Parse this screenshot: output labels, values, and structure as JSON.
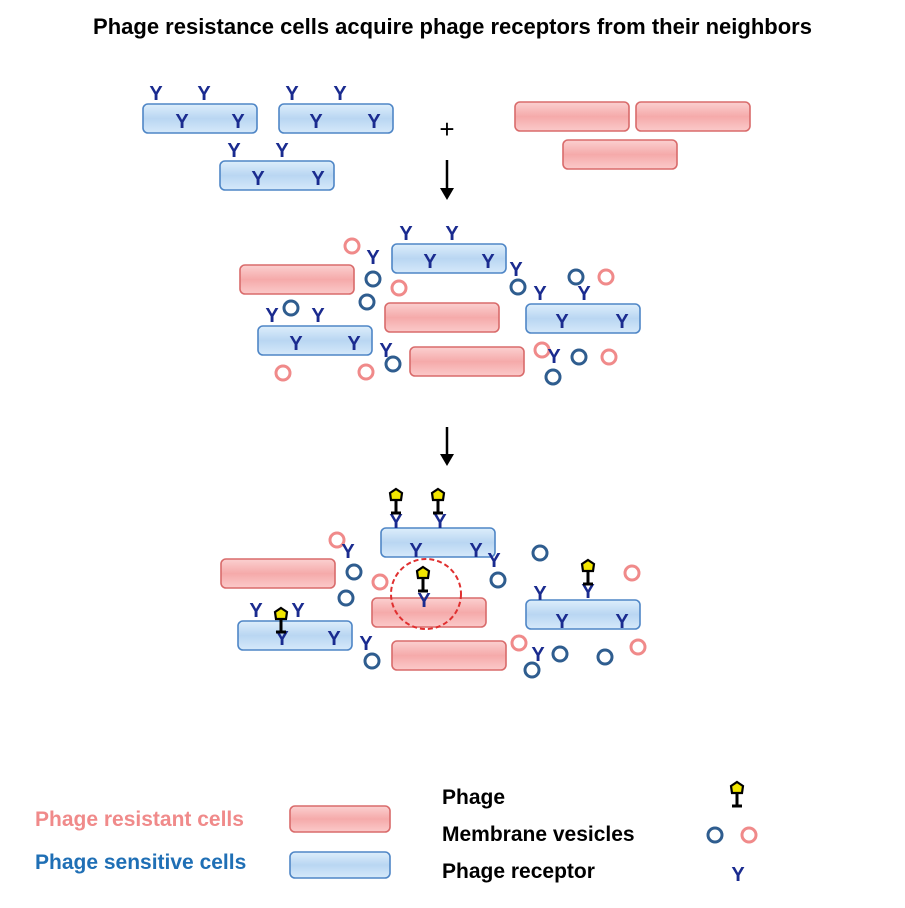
{
  "title": "Phage resistance cells acquire phage receptors from their neighbors",
  "plus_sign": "+",
  "receptor_glyph": "Y",
  "legend": {
    "resistant_label": "Phage resistant cells",
    "sensitive_label": "Phage sensitive cells",
    "phage_label": "Phage",
    "vesicles_label": "Membrane vesicles",
    "receptor_label": "Phage receptor"
  },
  "colors": {
    "resistant_cell": "#f7b4b4",
    "resistant_cell_border": "#d96b6b",
    "sensitive_cell": "#c9e0f5",
    "sensitive_cell_border": "#4f86c6",
    "receptor": "#1a2b8f",
    "vesicle_blue": "#2f5d8f",
    "vesicle_pink": "#f08a8a",
    "phage_head": "#f2e600",
    "highlight_circle": "#e03030"
  }
}
